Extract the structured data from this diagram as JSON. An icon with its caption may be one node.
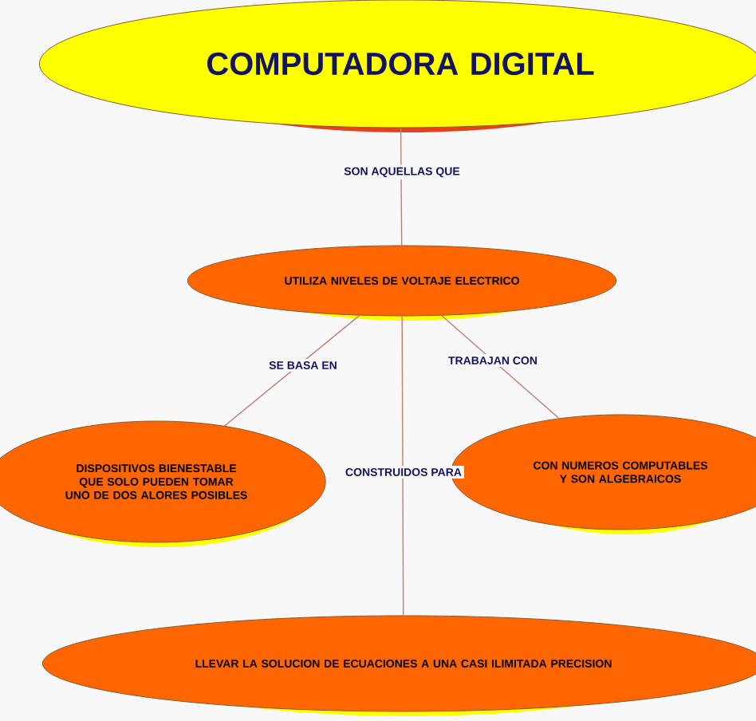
{
  "diagram": {
    "nodes": [
      {
        "text": [
          "COMPUTADORA DIGITAL"
        ]
      },
      {
        "text": [
          "UTILIZA NIVELES DE VOLTAJE ELECTRICO"
        ]
      },
      {
        "text": [
          "DISPOSITIVOS BIENESTABLE QUE SOLO PUEDEN TOMAR UNO DE DOS ALORES POSIBLES"
        ]
      },
      {
        "text": [
          "CON NUMEROS COMPUTABLES Y SON ALGEBRAICOS"
        ]
      },
      {
        "text": [
          "LLEVAR LA SOLUCION DE ECUACIONES A UNA CASI ILIMITADA PRECISION"
        ]
      }
    ],
    "edges": [
      {
        "from": 0,
        "to": 1,
        "arrow": "none",
        "label": "SON AQUELLAS QUE"
      },
      {
        "from": 1,
        "to": 2,
        "arrow": "none",
        "label": "SE BASA EN"
      },
      {
        "from": 1,
        "to": 3,
        "arrow": "none",
        "label": "TRABAJAN CON"
      },
      {
        "from": 1,
        "to": 4,
        "arrow": "none",
        "label": "CONSTRUIDOS PARA"
      }
    ]
  }
}
